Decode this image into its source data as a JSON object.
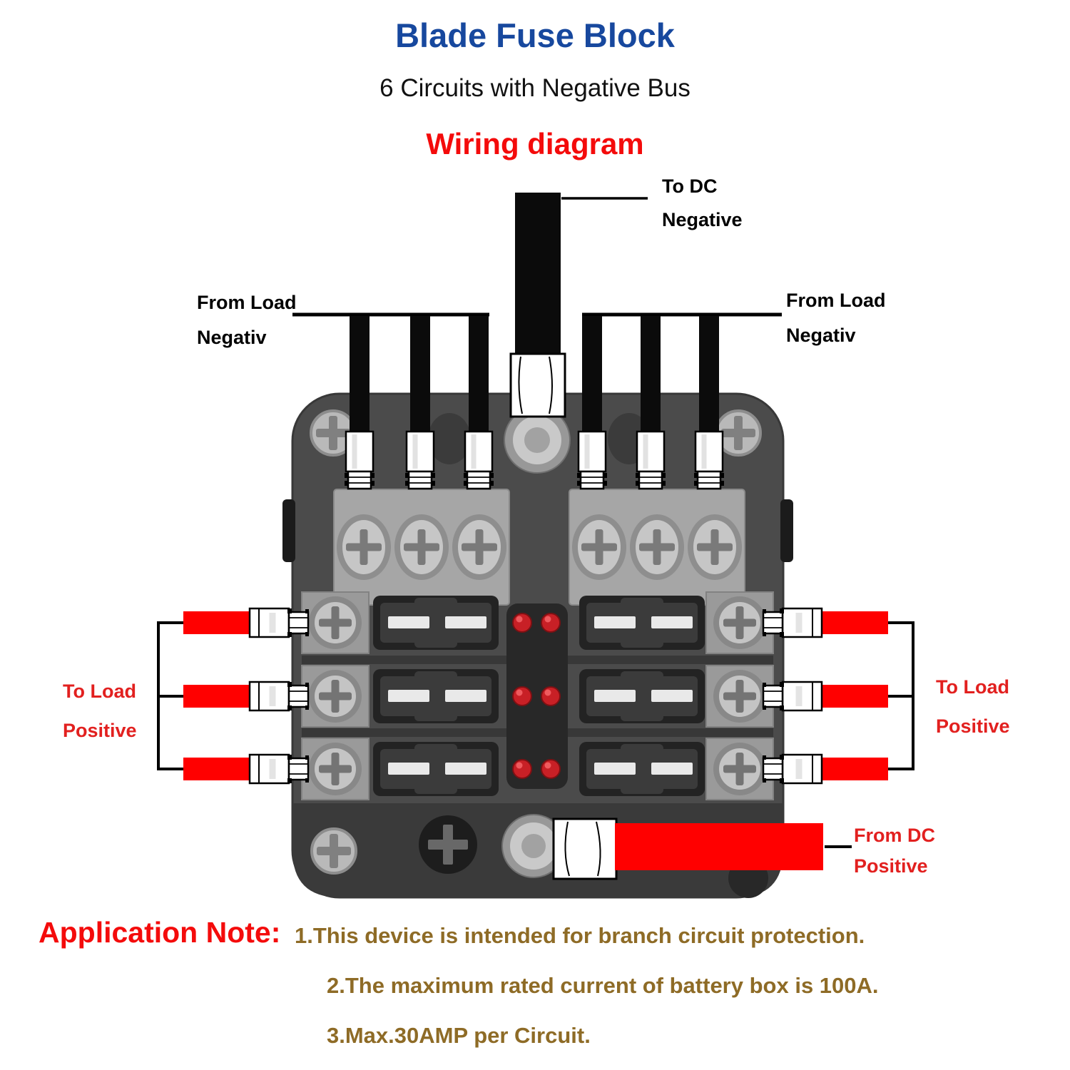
{
  "title": "Blade Fuse Block",
  "subtitle": "6 Circuits with Negative Bus",
  "diagram_heading": "Wiring diagram",
  "labels": {
    "to_dc_negative": {
      "line1": "To DC",
      "line2": "Negative"
    },
    "from_load_negativ_left": {
      "line1": "From Load",
      "line2": "Negativ"
    },
    "from_load_negativ_right": {
      "line1": "From Load",
      "line2": "Negativ"
    },
    "to_load_positive_left": {
      "line1": "To Load",
      "line2": "Positive"
    },
    "to_load_positive_right": {
      "line1": "To Load",
      "line2": "Positive"
    },
    "from_dc_positive": {
      "line1": "From DC",
      "line2": "Positive"
    }
  },
  "application_note": {
    "heading": "Application Note:",
    "notes": [
      "1.This device is intended for branch circuit protection.",
      "2.The maximum rated current of battery box is 100A.",
      "3.Max.30AMP per Circuit."
    ]
  },
  "colors": {
    "title_blue": "#17489e",
    "heading_red": "#f40b0b",
    "label_red": "#e2201f",
    "note_brown": "#8e6b26",
    "wire_red": "#ff0000",
    "wire_black": "#0b0b0b",
    "led_red": "#c82026",
    "block_gray": "#4b4b4b"
  }
}
